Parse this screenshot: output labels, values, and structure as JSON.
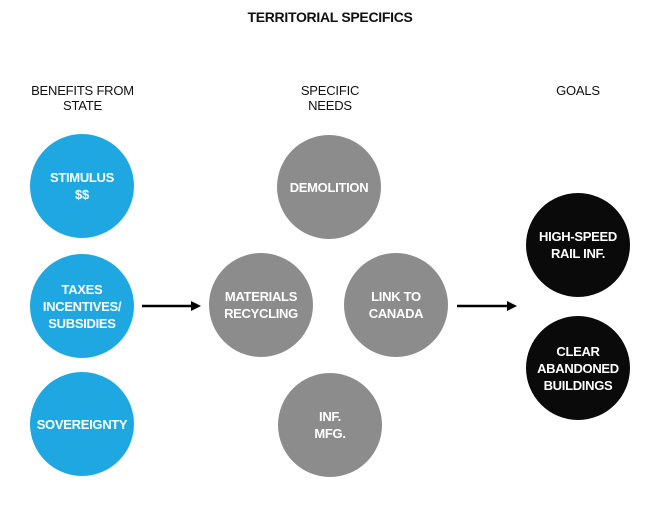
{
  "title": "TERRITORIAL SPECIFICS",
  "columns": {
    "benefits": {
      "header_lines": [
        "BENEFITS FROM",
        "STATE"
      ],
      "items": [
        {
          "lines": [
            "STIMULUS",
            "$$"
          ]
        },
        {
          "lines": [
            "TAXES",
            "INCENTIVES/",
            "SUBSIDIES"
          ]
        },
        {
          "lines": [
            "SOVEREIGNTY"
          ]
        }
      ]
    },
    "needs": {
      "header_lines": [
        "SPECIFIC",
        "NEEDS"
      ],
      "items": [
        {
          "lines": [
            "DEMOLITION"
          ]
        },
        {
          "lines": [
            "MATERIALS",
            "RECYCLING"
          ]
        },
        {
          "lines": [
            "LINK TO",
            "CANADA"
          ]
        },
        {
          "lines": [
            "INF.",
            "MFG."
          ]
        }
      ]
    },
    "goals": {
      "header_lines": [
        "GOALS"
      ],
      "items": [
        {
          "lines": [
            "HIGH-SPEED",
            "RAIL INF."
          ]
        },
        {
          "lines": [
            "CLEAR",
            "ABANDONED",
            "BUILDINGS"
          ]
        }
      ]
    }
  },
  "colors": {
    "benefits": "#1ea7e1",
    "needs": "#8c8c8c",
    "goals": "#0a0a0a",
    "arrow": "#000000"
  }
}
